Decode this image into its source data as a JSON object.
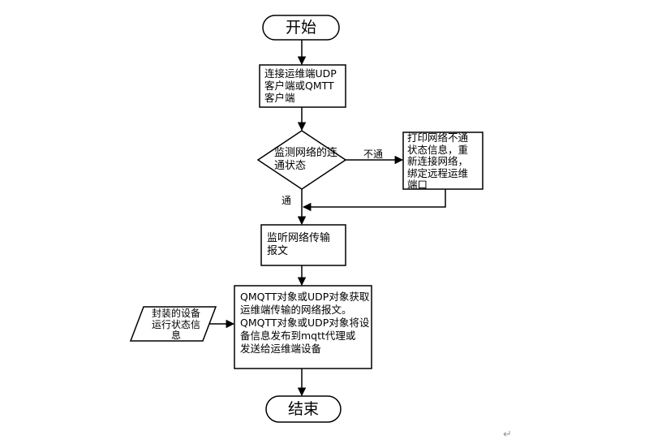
{
  "diagram": {
    "start": "开始",
    "connect": "连接运维端UDP\n客户端或QMTT\n客户端",
    "decision": "监测网络的连\n通状态",
    "no_label": "不通",
    "yes_label": "通",
    "retry": "打印网络不通\n状态信息，重\n新连接网络，\n绑定远程运维\n端口",
    "listen": "监听网络传输\n报文",
    "process": "QMQTT对象或UDP对象获取\n运维端传输的网络报文。\nQMQTT对象或UDP对象将设\n备信息发布到mqtt代理或\n发送给运维端设备",
    "input": "封装的设备\n运行状态信\n息",
    "end": "结束"
  },
  "colors": {
    "stroke": "#000000",
    "fill": "#ffffff"
  },
  "footer": {
    "paragraph_mark": "↵"
  }
}
